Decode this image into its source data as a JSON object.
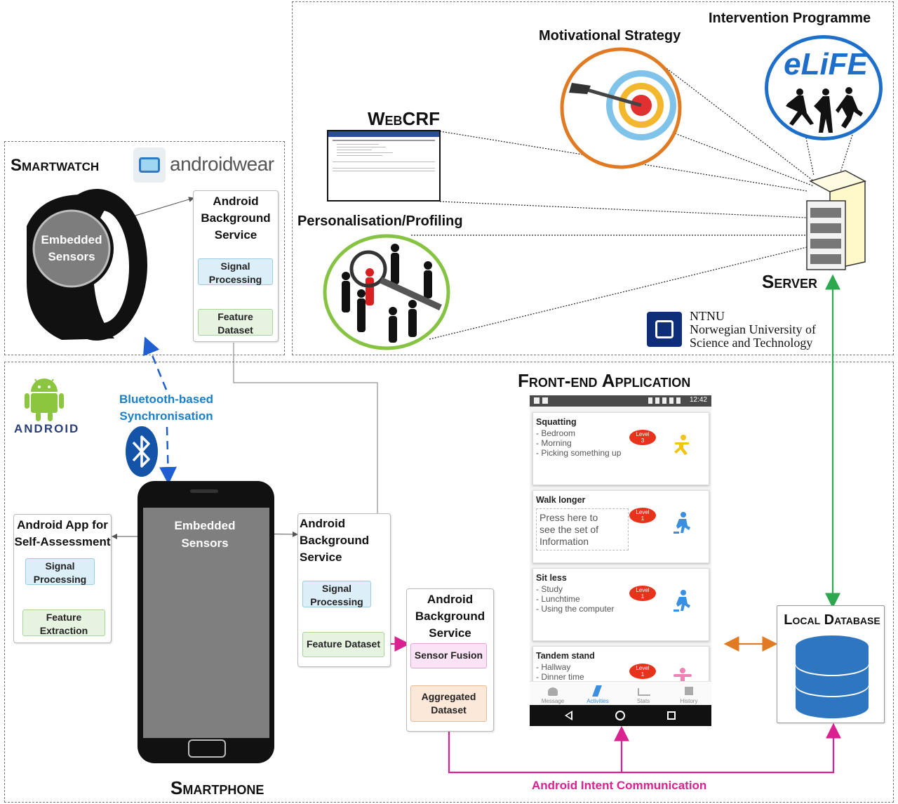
{
  "smartwatch": {
    "title": "Smartwatch",
    "android_wear_label": "androidwear",
    "sensors_label_1": "Embedded",
    "sensors_label_2": "Sensors",
    "service": {
      "title_1": "Android",
      "title_2": "Background",
      "title_3": "Service",
      "signal_1": "Signal",
      "signal_2": "Processing",
      "feature_1": "Feature",
      "feature_2": "Dataset"
    }
  },
  "server_region": {
    "intervention_title": "Intervention Programme",
    "elife_logo": "eLiFE",
    "motivational_title": "Motivational Strategy",
    "webcrf_title": "WebCRF",
    "personalisation_title": "Personalisation/Profiling",
    "server_label": "Server",
    "ntnu": {
      "line1": "NTNU",
      "line2": "Norwegian University of",
      "line3": "Science and Technology"
    }
  },
  "smartphone": {
    "android_logo_text": "ANDROID",
    "bluetooth_1": "Bluetooth-based",
    "bluetooth_2": "Synchronisation",
    "screen_1": "Embedded",
    "screen_2": "Sensors",
    "label": "Smartphone",
    "self_assessment": {
      "title_1": "Android App for",
      "title_2": "Self-Assessment",
      "signal_1": "Signal",
      "signal_2": "Processing",
      "feature_1": "Feature",
      "feature_2": "Extraction"
    },
    "bg_service": {
      "title_1": "Android",
      "title_2": "Background",
      "title_3": "Service",
      "signal_1": "Signal",
      "signal_2": "Processing",
      "feature": "Feature Dataset"
    },
    "fusion_service": {
      "title_1": "Android",
      "title_2": "Background",
      "title_3": "Service",
      "fusion": "Sensor Fusion",
      "aggregated_1": "Aggregated",
      "aggregated_2": "Dataset"
    }
  },
  "frontend": {
    "title": "Front-end Application",
    "status_time": "12:42",
    "cards": [
      {
        "title": "Squatting",
        "lines": [
          "- Bedroom",
          "- Morning",
          "- Picking something up"
        ],
        "level": "Level",
        "level_num": "3",
        "icon_color": "#f1c40f"
      },
      {
        "title": "Walk longer",
        "lines": [
          "Press here to",
          "see the set of",
          "Information"
        ],
        "level": "Level",
        "level_num": "1",
        "icon_color": "#3b8fe0"
      },
      {
        "title": "Sit less",
        "lines": [
          "- Study",
          "- Lunchtime",
          "- Using the computer"
        ],
        "level": "Level",
        "level_num": "1",
        "icon_color": "#3b8fe0"
      },
      {
        "title": "Tandem stand",
        "lines": [
          "- Hallway",
          "- Dinner time"
        ],
        "level": "Level",
        "level_num": "1",
        "icon_color": "#ee82b4"
      }
    ],
    "nav": [
      "Message",
      "Activities",
      "Stats",
      "History"
    ]
  },
  "local_database": {
    "title": "Local Database"
  },
  "intent_label": "Android Intent Communication",
  "colors": {
    "green_arrow": "#2ea84f",
    "orange_arrow": "#e07b24",
    "magenta_arrow": "#d9218f",
    "blue_dashed": "#1f5fd1",
    "bluetooth_text": "#1a7fc6"
  }
}
